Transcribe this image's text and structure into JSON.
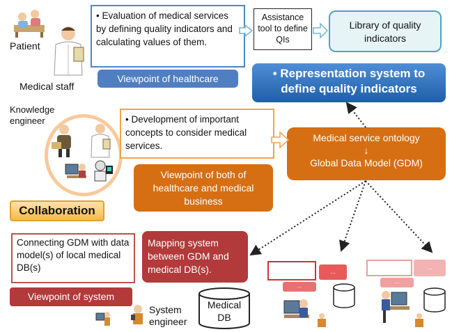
{
  "labels": {
    "patient": "Patient",
    "medical_staff": "Medical staff",
    "knowledge_engineer": "Knowledge engineer",
    "system_engineer": "System engineer"
  },
  "boxes": {
    "evaluation": "• Evaluation of medical services by defining quality indicators and calculating values of them.",
    "viewpoint_healthcare": "Viewpoint of healthcare",
    "assistance_tool": "Assistance tool to define QIs",
    "library": "Library of quality indicators",
    "representation": "• Representation system to define quality indicators",
    "development": "• Development of important concepts to consider medical services.",
    "ontology_line1": "Medical service ontology",
    "ontology_arrow": "↓",
    "ontology_line2": "Global Data Model (GDM)",
    "viewpoint_both": "Viewpoint of both of healthcare and medical business",
    "collaboration": "Collaboration",
    "connecting": "Connecting GDM with data model(s) of local medical DB(s)",
    "mapping": "Mapping system between GDM and medical DB(s).",
    "viewpoint_system": "Viewpoint of system",
    "medical_db": "Medical DB",
    "ellipsis": "..."
  },
  "colors": {
    "blue": "#4f7fc0",
    "orange": "#d66f14",
    "red": "#b23a3a",
    "teal_fill": "#e6f4f6"
  }
}
